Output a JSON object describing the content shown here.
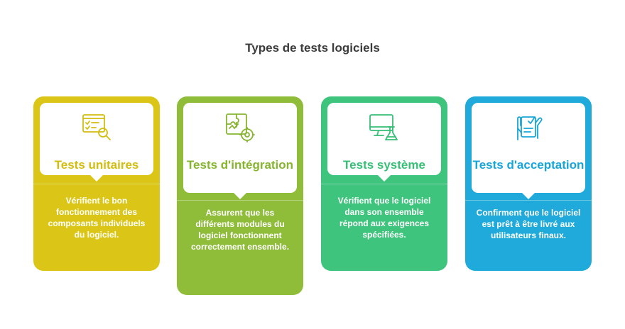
{
  "title": "Types de tests logiciels",
  "cards": [
    {
      "heading": "Tests unitaires",
      "description": "Vérifient le bon fonctionnement des composants individuels du logiciel.",
      "icon": "checklist-magnifier-icon",
      "color": "#dbc618"
    },
    {
      "heading": "Tests d'intégration",
      "description": "Assurent que les différents modules du logiciel fonctionnent correctement ensemble.",
      "icon": "puzzle-gear-icon",
      "color": "#8fbd3a"
    },
    {
      "heading": "Tests système",
      "description": "Vérifient que le logiciel dans son ensemble répond aux exigences spécifiées.",
      "icon": "monitor-flask-icon",
      "color": "#3fc47e"
    },
    {
      "heading": "Tests d'acceptation",
      "description": "Confirment que le logiciel est prêt à être livré aux utilisateurs finaux.",
      "icon": "hands-checklist-icon",
      "color": "#1faadb"
    }
  ]
}
